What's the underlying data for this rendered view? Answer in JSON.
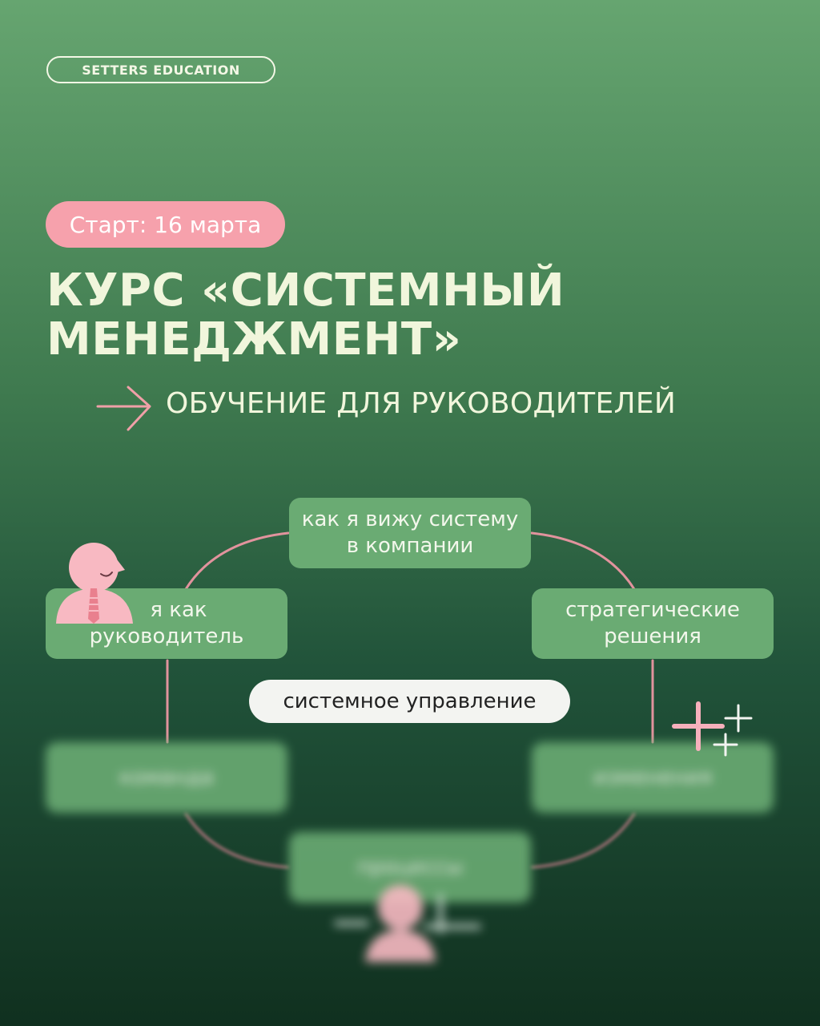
{
  "brand": {
    "label": "SETTERS EDUCATION"
  },
  "badge": {
    "label": "Старт: 16 марта"
  },
  "headline": {
    "line1": "КУРС «СИСТЕМНЫЙ",
    "line2": "МЕНЕДЖМЕНТ»"
  },
  "subheadline": "ОБУЧЕНИЕ ДЛЯ РУКОВОДИТЕЛЕЙ",
  "diagram": {
    "top": [
      "как я вижу систему",
      "в компании"
    ],
    "left_top": [
      "я как",
      "руководитель"
    ],
    "right_top": [
      "стратегические",
      "решения"
    ],
    "center": "системное управление",
    "left_bottom": "команда",
    "right_bottom": "изменения",
    "bottom": "процессы"
  },
  "colors": {
    "accent_pink": "#f6a1ac",
    "box_green": "#6aab73",
    "text_cream": "#f1f6dc"
  }
}
